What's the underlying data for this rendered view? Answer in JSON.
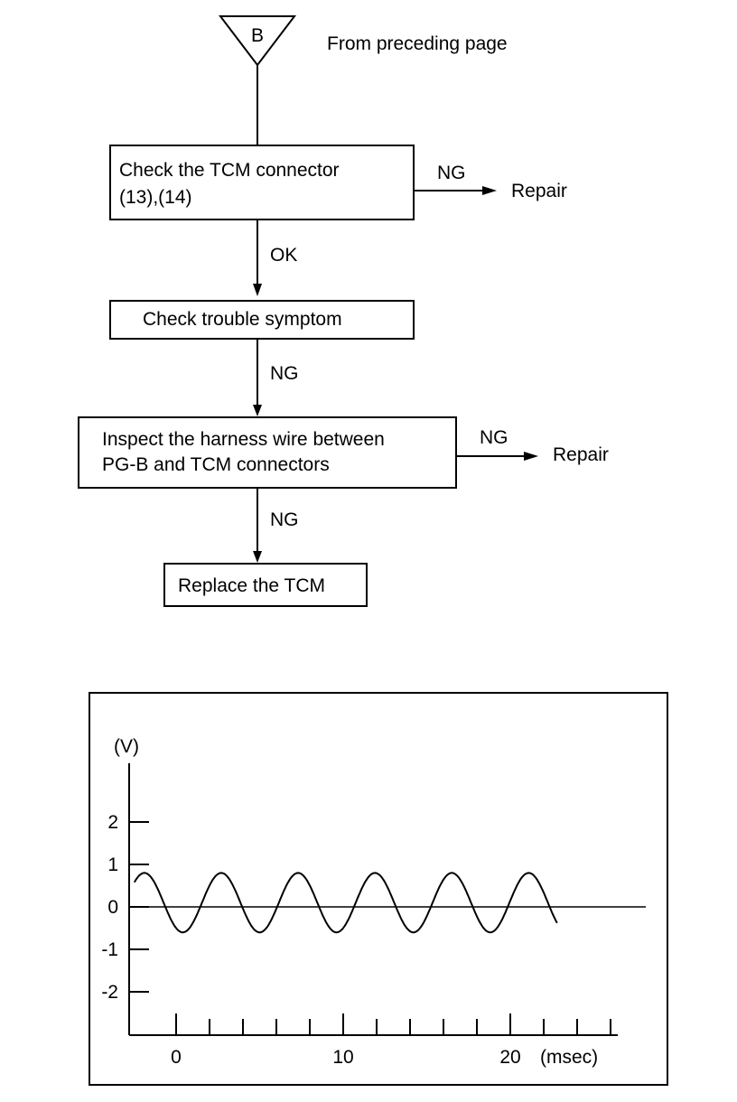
{
  "flowchart": {
    "connector_label": "B",
    "connector_note": "From preceding page",
    "steps": {
      "check_connector": {
        "line1": "Check the TCM connector",
        "line2": "(13),(14)"
      },
      "check_symptom": {
        "line1": "Check trouble symptom"
      },
      "inspect_harness": {
        "line1": "Inspect the harness wire between",
        "line2": "PG-B and TCM connectors"
      },
      "replace_tcm": {
        "line1": "Replace the TCM"
      }
    },
    "branches": {
      "connector_ng": "NG",
      "connector_ng_action": "Repair",
      "connector_ok": "OK",
      "symptom_ng": "NG",
      "harness_ng": "NG",
      "harness_ng_action": "Repair",
      "harness_down_ng": "NG"
    }
  },
  "chart_data": {
    "type": "line",
    "title": "",
    "ylabel": "(V)",
    "xlabel": "(msec)",
    "x_tick_labels": [
      "0",
      "10",
      "20"
    ],
    "y_tick_labels": [
      "2",
      "1",
      "0",
      "-1",
      "-2"
    ],
    "xlim": [
      -3,
      26
    ],
    "ylim": [
      -3,
      3.5
    ],
    "waveform": {
      "amplitude": 0.7,
      "offset": 0.1,
      "period_msec": 4.6,
      "x_start": -2.5,
      "x_end": 22.8,
      "phase_peak_msec": 2.7
    },
    "grid": false,
    "legend": "none"
  }
}
